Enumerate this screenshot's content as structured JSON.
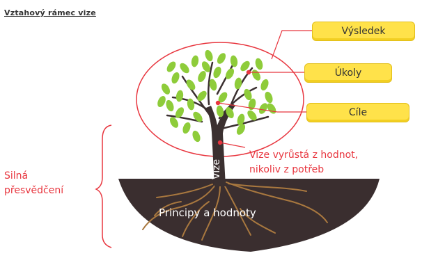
{
  "diagram": {
    "title": "Vztahový rámec vize",
    "outcome_labels": [
      "Výsledek",
      "Úkoly",
      "Cíle"
    ],
    "trunk_label": "Vize",
    "annotation_lines": [
      "Vize vyrůstá z hodnot,",
      "nikoliv z potřeb"
    ],
    "left_brace_lines": [
      "Silná",
      "přesvědčení"
    ],
    "roots_label": "Principy a hodnoty"
  },
  "colors": {
    "accent_red": "#e8363f",
    "label_yellow": "#ffe24a",
    "soil": "#3a2e2f",
    "trunk": "#3b3030",
    "leaf": "#8ecc3a"
  }
}
